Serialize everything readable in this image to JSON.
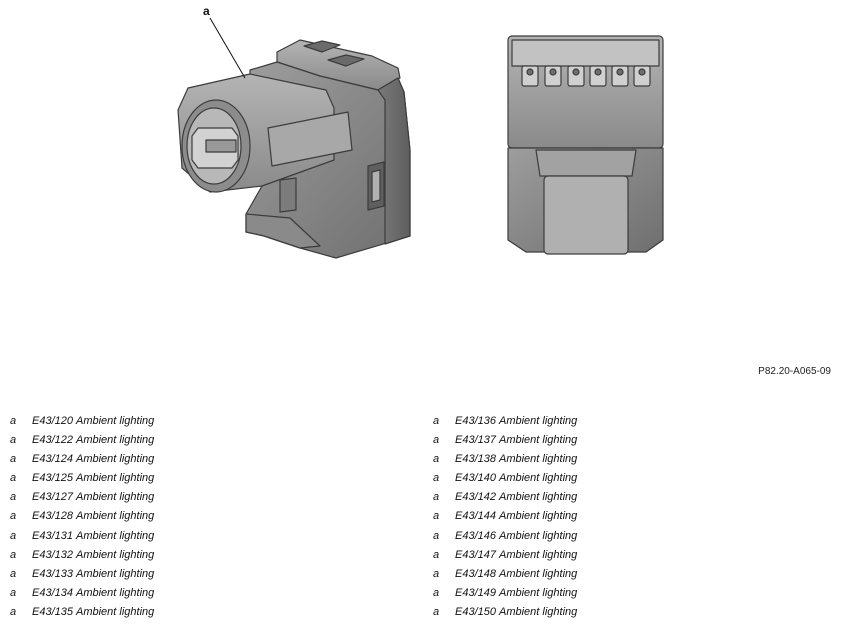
{
  "figure": {
    "callout_label": "a",
    "reference": "P82.20-A065-09"
  },
  "legend_left": [
    {
      "key": "a",
      "code": "E43/120",
      "desc": "Ambient lighting"
    },
    {
      "key": "a",
      "code": "E43/122",
      "desc": "Ambient lighting"
    },
    {
      "key": "a",
      "code": "E43/124",
      "desc": "Ambient lighting"
    },
    {
      "key": "a",
      "code": "E43/125",
      "desc": "Ambient lighting"
    },
    {
      "key": "a",
      "code": "E43/127",
      "desc": "Ambient lighting"
    },
    {
      "key": "a",
      "code": "E43/128",
      "desc": "Ambient lighting"
    },
    {
      "key": "a",
      "code": "E43/131",
      "desc": "Ambient lighting"
    },
    {
      "key": "a",
      "code": "E43/132",
      "desc": "Ambient lighting"
    },
    {
      "key": "a",
      "code": "E43/133",
      "desc": "Ambient lighting"
    },
    {
      "key": "a",
      "code": "E43/134",
      "desc": "Ambient lighting"
    },
    {
      "key": "a",
      "code": "E43/135",
      "desc": "Ambient lighting"
    }
  ],
  "legend_right": [
    {
      "key": "a",
      "code": "E43/136",
      "desc": "Ambient lighting"
    },
    {
      "key": "a",
      "code": "E43/137",
      "desc": "Ambient lighting"
    },
    {
      "key": "a",
      "code": "E43/138",
      "desc": "Ambient lighting"
    },
    {
      "key": "a",
      "code": "E43/140",
      "desc": "Ambient lighting"
    },
    {
      "key": "a",
      "code": "E43/142",
      "desc": "Ambient lighting"
    },
    {
      "key": "a",
      "code": "E43/144",
      "desc": "Ambient lighting"
    },
    {
      "key": "a",
      "code": "E43/146",
      "desc": "Ambient lighting"
    },
    {
      "key": "a",
      "code": "E43/147",
      "desc": "Ambient lighting"
    },
    {
      "key": "a",
      "code": "E43/148",
      "desc": "Ambient lighting"
    },
    {
      "key": "a",
      "code": "E43/149",
      "desc": "Ambient lighting"
    },
    {
      "key": "a",
      "code": "E43/150",
      "desc": "Ambient lighting"
    }
  ]
}
